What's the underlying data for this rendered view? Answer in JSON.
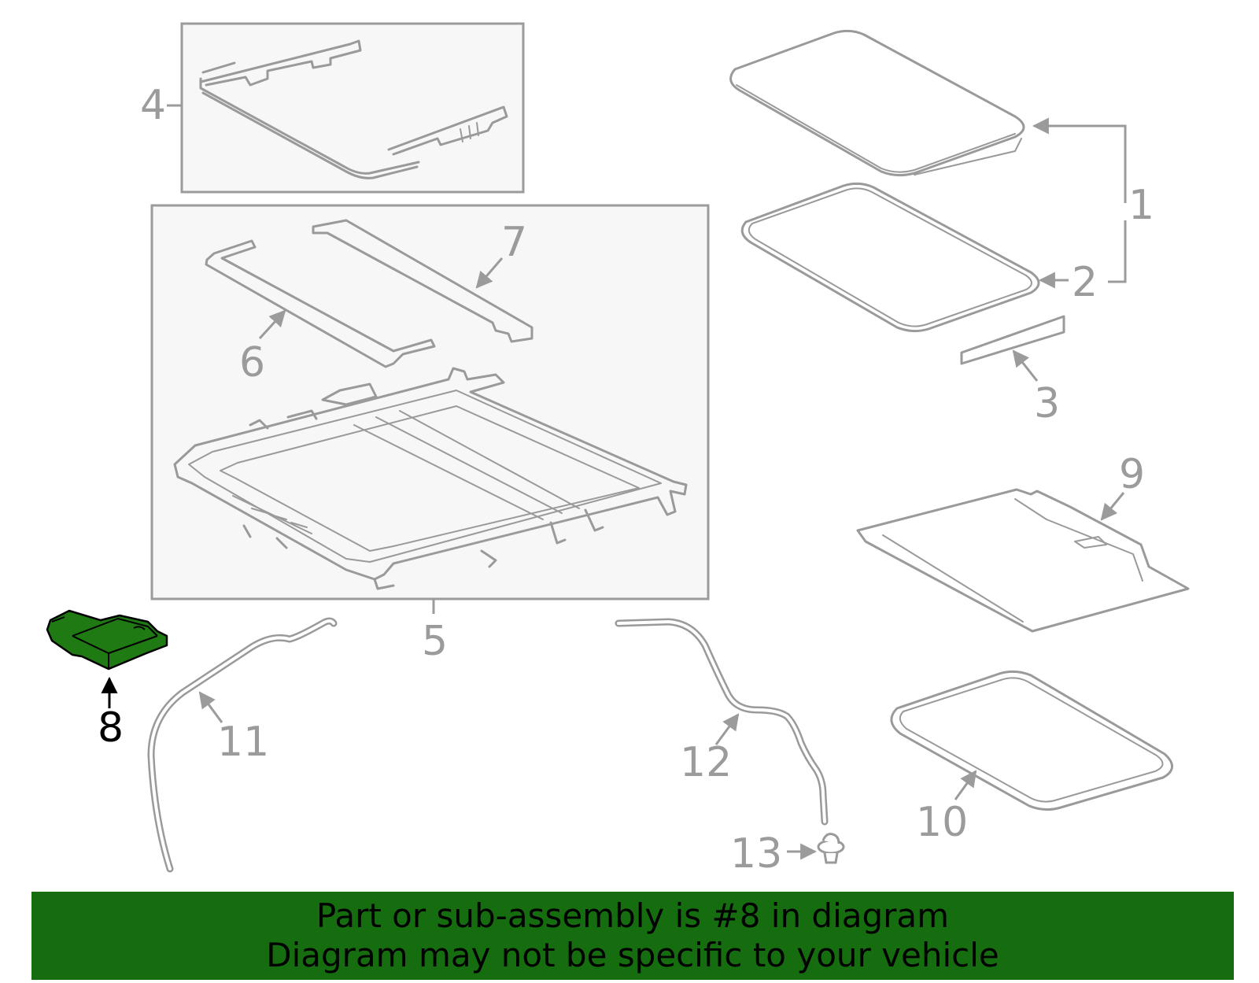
{
  "colors": {
    "banner_bg": "#156d0f",
    "highlight_part": "#1f7a14",
    "part_stroke": "#9a9a9a",
    "label_gray": "#9b9b9b",
    "label_active": "#000000"
  },
  "diagram": {
    "callouts": {
      "c1": "1",
      "c2": "2",
      "c3": "3",
      "c4": "4",
      "c5": "5",
      "c6": "6",
      "c7": "7",
      "c8": "8",
      "c9": "9",
      "c10": "10",
      "c11": "11",
      "c12": "12",
      "c13": "13"
    },
    "highlighted_callout": "8"
  },
  "banner": {
    "line1": "Part or sub-assembly is #8 in diagram",
    "line2": "Diagram may not be specific to your vehicle"
  }
}
